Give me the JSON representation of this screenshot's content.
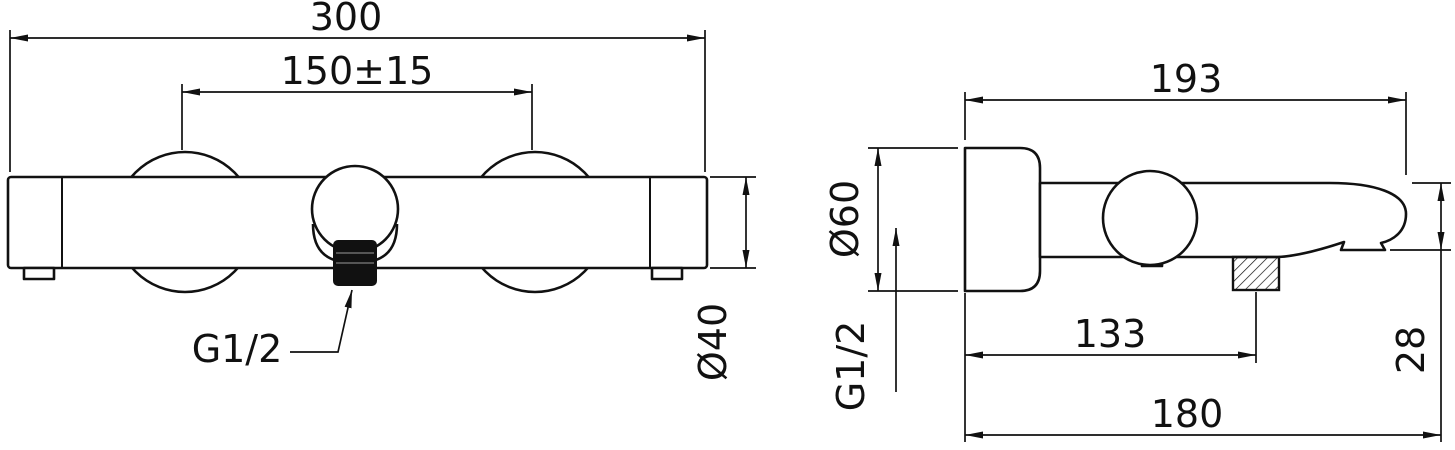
{
  "drawing": {
    "kind": "technical dimension drawing",
    "subject": "wall-mounted bath/shower mixer tap, front view and side view",
    "colors": {
      "line": "#111111",
      "background": "#ffffff"
    },
    "front_view": {
      "overall_width": "300",
      "inlet_center_distance": "150±15",
      "body_diameter": "Ø40",
      "outlet_thread": "G1/2"
    },
    "side_view": {
      "overall_projection": "193",
      "escutcheon_diameter": "Ø60",
      "inlet_thread": "G1/2",
      "outlet_center_projection": "133",
      "outlet_drop": "28",
      "lower_projection": "180"
    }
  }
}
